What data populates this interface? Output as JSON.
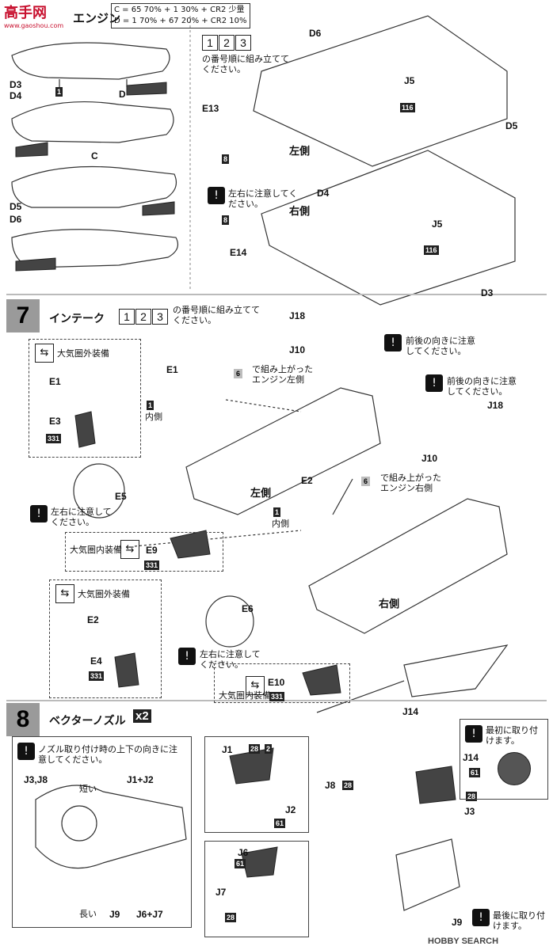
{
  "watermark": {
    "logo": "高手网",
    "url": "www.gaoshou.com"
  },
  "header": {
    "engine_title": "エンジン"
  },
  "formulas": {
    "c_line": "C = 65 70% + 1 30% + CR2 少量",
    "d_line": "D = 1 70% + 67 20% + CR2 10%"
  },
  "engine": {
    "order_note": "の番号順に組み立ててください。",
    "labels": {
      "d3": "D3",
      "d4": "D4",
      "d5": "D5",
      "d6": "D6",
      "e13": "E13",
      "e14": "E14",
      "j5a": "J5",
      "j5b": "J5",
      "c": "C",
      "d": "D",
      "n116a": "116",
      "n116b": "116",
      "n8a": "8",
      "n8b": "8"
    },
    "left_side": "左側",
    "right_side": "右側",
    "caution": "左右に注意してください。"
  },
  "step7": {
    "number": "7",
    "title": "インテーク",
    "order_note": "の番号順に組み立ててください。",
    "labels": {
      "j18a": "J18",
      "j10a": "J10",
      "j18b": "J18",
      "j10b": "J10",
      "e1a": "E1",
      "e1b": "E1",
      "e3": "E3",
      "e5": "E5",
      "e9": "E9",
      "e2a": "E2",
      "e2b": "E2",
      "e4": "E4",
      "e6": "E6",
      "e10": "E10",
      "n331a": "331",
      "n331b": "331",
      "n331c": "331",
      "n331d": "331",
      "n6a": "6",
      "n6b": "6"
    },
    "ext_equip": "大気圏外装備",
    "int_equip": "大気圏内装備",
    "inner": "内側",
    "front_back": "前後の向きに注意してください。",
    "assembled_left": "で組み上がったエンジン左側",
    "assembled_right": "で組み上がったエンジン右側",
    "left_side": "左側",
    "right_side": "右側",
    "caution": "左右に注意してください。"
  },
  "step8": {
    "number": "8",
    "title": "ベクターノズル",
    "multiplier": "x2",
    "nozzle_note": "ノズル取り付け時の上下の向きに注意してください。",
    "labels": {
      "j3j8": "J3,J8",
      "j1j2": "J1+J2",
      "short": "短い",
      "long": "長い",
      "j9": "J9",
      "j6j7": "J6+J7",
      "j1": "J1",
      "j2": "J2",
      "j6": "J6",
      "j7": "J7",
      "j8": "J8",
      "j3": "J3",
      "j14": "J14",
      "j14b": "J14",
      "j9b": "J9",
      "n28a": "28",
      "n28b": "28",
      "n28c": "28",
      "n28d": "28",
      "n61a": "61",
      "n61b": "61",
      "n61c": "61"
    },
    "first_attach": "最初に取り付けます。",
    "last_attach": "最後に取り付けます。"
  },
  "footer_logo": "HOBBY SEARCH"
}
